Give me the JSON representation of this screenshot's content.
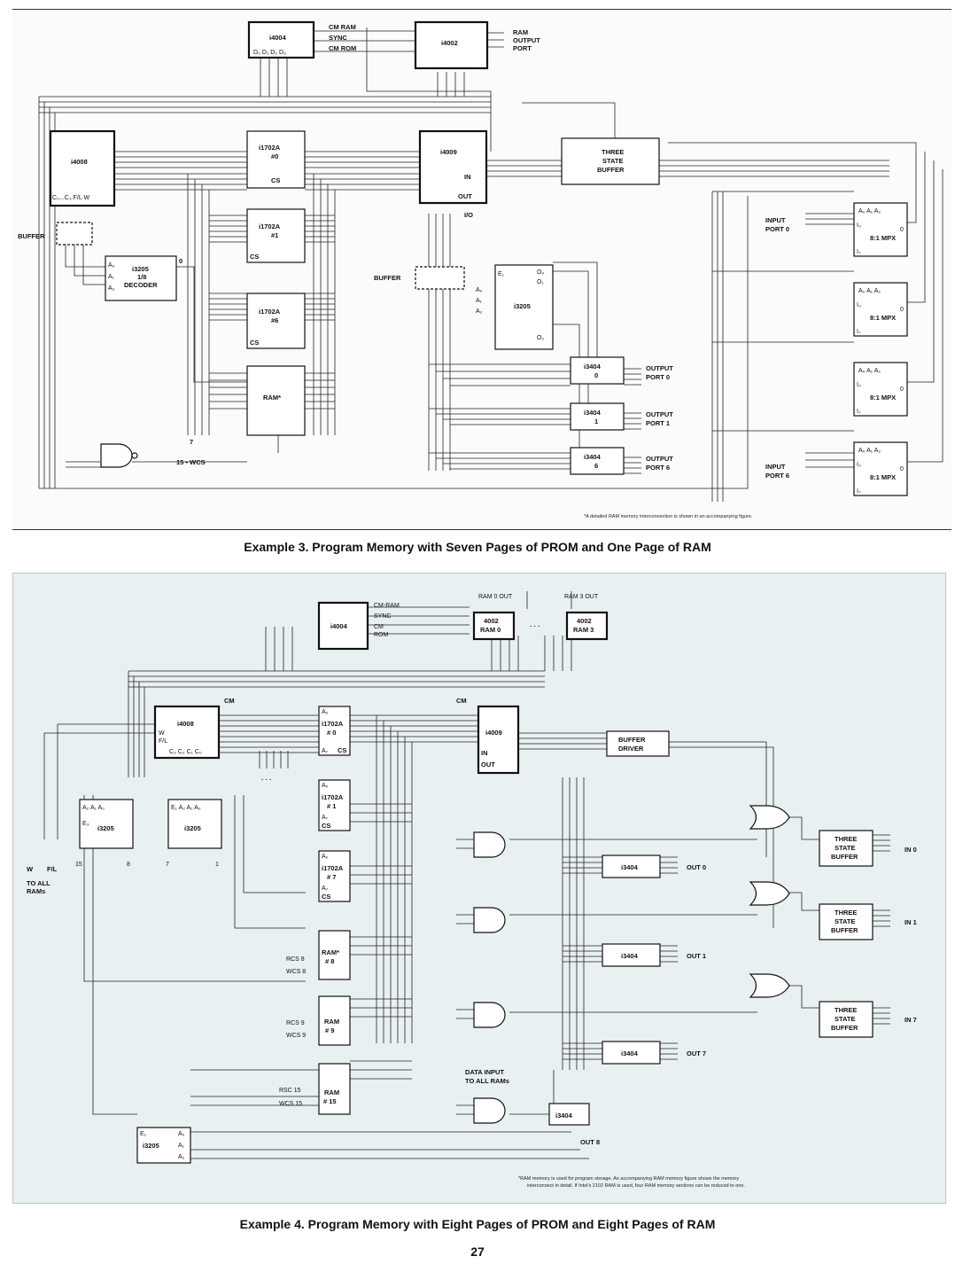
{
  "example3": {
    "caption": "Example 3.  Program Memory with Seven Pages of PROM and One Page of RAM",
    "cpu": "i4004",
    "cpu_pins": "D₀ D₁ D₂ D₃",
    "cpu_signals": [
      "CM RAM",
      "SYNC",
      "CM ROM"
    ],
    "ram_chip": "i4002",
    "ram_outputs": [
      "RAM",
      "OUTPUT",
      "PORT"
    ],
    "rom_interface": "i4008",
    "rom_interface_pins": "C₀...C₃ F/L W",
    "io_chip": "i4009",
    "io_in": "IN",
    "io_out": "OUT",
    "io_label": "I/O",
    "buffer_label": "BUFFER",
    "decoder": {
      "chip": "i3205",
      "ratio": "1/8",
      "name": "DECODER",
      "inputs": [
        "A₀",
        "A₁",
        "A₂"
      ],
      "out": "0"
    },
    "proms": [
      {
        "chip": "i1702A",
        "num": "#0"
      },
      {
        "chip": "i1702A",
        "num": "#1"
      },
      {
        "chip": "i1702A",
        "num": "#6"
      }
    ],
    "cs": "CS",
    "ram_block": "RAM*",
    "gate_labels": [
      "7",
      "15 • WCS"
    ],
    "three_state": [
      "THREE",
      "STATE",
      "BUFFER"
    ],
    "decoder2": {
      "chip": "i3205",
      "inputs": [
        "A₀",
        "A₁",
        "A₂"
      ],
      "enable": "E₁",
      "outputs": [
        "O₀",
        "O₁",
        "O₂"
      ]
    },
    "latches": [
      {
        "chip": "i3404",
        "num": "0",
        "port": [
          "OUTPUT",
          "PORT 0"
        ]
      },
      {
        "chip": "i3404",
        "num": "1",
        "port": [
          "OUTPUT",
          "PORT 1"
        ]
      },
      {
        "chip": "i3404",
        "num": "6",
        "port": [
          "OUTPUT",
          "PORT 6"
        ]
      }
    ],
    "mpx_label": "8:1 MPX",
    "mpx_addr": "A₀ A₁ A₂",
    "mpx_inputs": [
      "I₀",
      "I₇"
    ],
    "mpx_out": "0",
    "input_ports": [
      [
        "INPUT",
        "PORT 0"
      ],
      [
        "INPUT",
        "PORT 6"
      ]
    ],
    "footnote": "*A detailed RAM memory interconnection is shown in an accompanying figure."
  },
  "example4": {
    "caption": "Example 4.  Program Memory with Eight Pages of PROM and Eight Pages of RAM",
    "cpu": "i4004",
    "cpu_signals": [
      "CM-RAM",
      "SYNC",
      "CM",
      "ROM"
    ],
    "ram0": {
      "top": "RAM 0 OUT",
      "chip": "4002",
      "name": "RAM 0"
    },
    "ram3": {
      "top": "RAM 3 OUT",
      "chip": "4002",
      "name": "RAM 3"
    },
    "dots": "· · ·",
    "cm": "CM",
    "rom_interface": "i4008",
    "rom_interface_pins": [
      "W",
      "F/L",
      "C₃ C₂ C₁ C₀"
    ],
    "io_chip": "i4009",
    "io_in": "IN",
    "io_out": "OUT",
    "proms": [
      {
        "chip": "i1702A",
        "num": "# 0"
      },
      {
        "chip": "i1702A",
        "num": "# 1"
      },
      {
        "chip": "i1702A",
        "num": "# 7"
      }
    ],
    "prom_pins": [
      "A₀",
      "A₇",
      "CS"
    ],
    "decoder_a": {
      "chip": "i3205",
      "inputs": "A₂ A₁ A₀",
      "enable": "E₃",
      "outs": [
        "15",
        "8"
      ]
    },
    "decoder_b": {
      "chip": "i3205",
      "inputs": "E₁ A₂ A₁ A₀",
      "outs": [
        "7",
        "1"
      ]
    },
    "decoder_c": {
      "chip": "i3205",
      "enable": "E₁",
      "inputs": [
        "A₀",
        "A₁",
        "A₂"
      ]
    },
    "to_all_rams": [
      "W",
      "F/L",
      "TO ALL",
      "RAMs"
    ],
    "rams": [
      {
        "rcs": "RCS 8",
        "wcs": "WCS 8",
        "name": "RAM*",
        "num": "# 8"
      },
      {
        "rcs": "RCS 9",
        "wcs": "WCS 9",
        "name": "RAM",
        "num": "# 9"
      },
      {
        "rcs": "RSC 15",
        "wcs": "WCS 15",
        "name": "RAM",
        "num": "# 15"
      }
    ],
    "buffer_driver": [
      "BUFFER",
      "DRIVER"
    ],
    "latch_chip": "i3404",
    "outs": [
      "OUT 0",
      "OUT 1",
      "OUT 7",
      "OUT 8"
    ],
    "buffers": [
      {
        "label": [
          "THREE",
          "STATE",
          "BUFFER"
        ],
        "in": "IN 0"
      },
      {
        "label": [
          "THREE",
          "STATE",
          "BUFFER"
        ],
        "in": "IN 1"
      },
      {
        "label": [
          "THREE",
          "STATE",
          "BUFFER"
        ],
        "in": "IN 7"
      }
    ],
    "data_input": [
      "DATA INPUT",
      "TO ALL RAMs"
    ],
    "footnote": [
      "*RAM memory is used for program storage.  An accompanying RAM memory figure shows the memory",
      "interconnect in detail.  If Intel's 2102 RAM is used, four RAM memory sections can be reduced to one."
    ]
  },
  "page_number": "27"
}
